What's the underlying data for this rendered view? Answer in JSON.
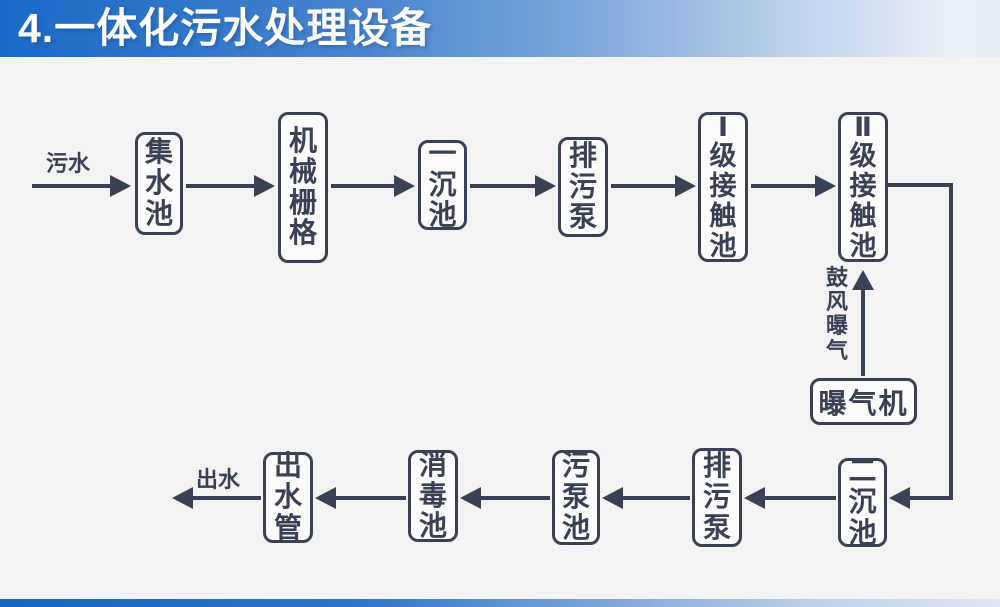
{
  "header": {
    "title": "4.一体化污水处理设备"
  },
  "flow": {
    "input_label": "污水",
    "output_label": "出水",
    "aeration_label": "鼓风曝气",
    "top_row": [
      "集水池",
      "机械栅格",
      "一沉池",
      "排污泵",
      "Ⅰ级接触池",
      "Ⅱ级接触池"
    ],
    "bottom_row": [
      "二沉池",
      "排污泵",
      "污泵池",
      "消毒池",
      "出水管"
    ],
    "aerator_label": "曝气机"
  },
  "colors": {
    "header_blue": "#1b69c7",
    "header_fade": "#e9eff8",
    "ink": "#3a4154",
    "canvas_bg": "#f3f3f4",
    "box_fill": "#fcfcfd",
    "footer_blue": "#1766bf"
  }
}
